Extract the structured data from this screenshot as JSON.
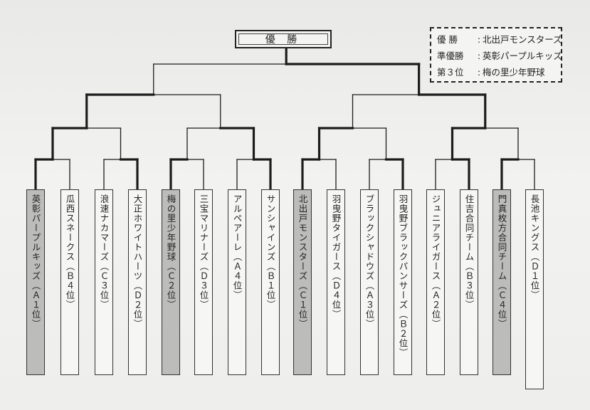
{
  "champion_label": "優 勝",
  "results": [
    {
      "key": "優 勝",
      "value": "北出戸モンスターズ"
    },
    {
      "key": "準優勝",
      "value": "英彰パープルキッズ"
    },
    {
      "key": "第３位",
      "value": "梅の里少年野球"
    }
  ],
  "teams": [
    {
      "name": "英彰パープルキッズ（Ａ１位）",
      "shaded": true
    },
    {
      "name": "瓜西スネークス（Ｂ４位）",
      "shaded": false
    },
    {
      "name": "浪速ナカマーズ（Ｃ３位）",
      "shaded": false
    },
    {
      "name": "大正ホワイトハーツ（Ｄ２位）",
      "shaded": false
    },
    {
      "name": "梅の里少年野球（Ｃ２位）",
      "shaded": true
    },
    {
      "name": "三宝マリナーズ（Ｄ３位）",
      "shaded": false
    },
    {
      "name": "アルペアーレ（Ａ４位）",
      "shaded": false
    },
    {
      "name": "サンシャインズ（Ｂ１位）",
      "shaded": false
    },
    {
      "name": "北出戸モンスターズ（Ｃ１位）",
      "shaded": true
    },
    {
      "name": "羽曳野タイガース（Ｄ４位）",
      "shaded": false
    },
    {
      "name": "ブラックシャドウズ（Ａ３位）",
      "shaded": false
    },
    {
      "name": "羽曳野ブラックパンサーズ（Ｂ２位）",
      "shaded": false
    },
    {
      "name": "ジュニアライガース（Ａ２位）",
      "shaded": false
    },
    {
      "name": "住吉合同チーム（Ｂ３位）",
      "shaded": false
    },
    {
      "name": "門真枚方合同チーム（Ｃ４位）",
      "shaded": true
    },
    {
      "name": "長池キングス（Ｄ１位）",
      "shaded": false
    }
  ]
}
